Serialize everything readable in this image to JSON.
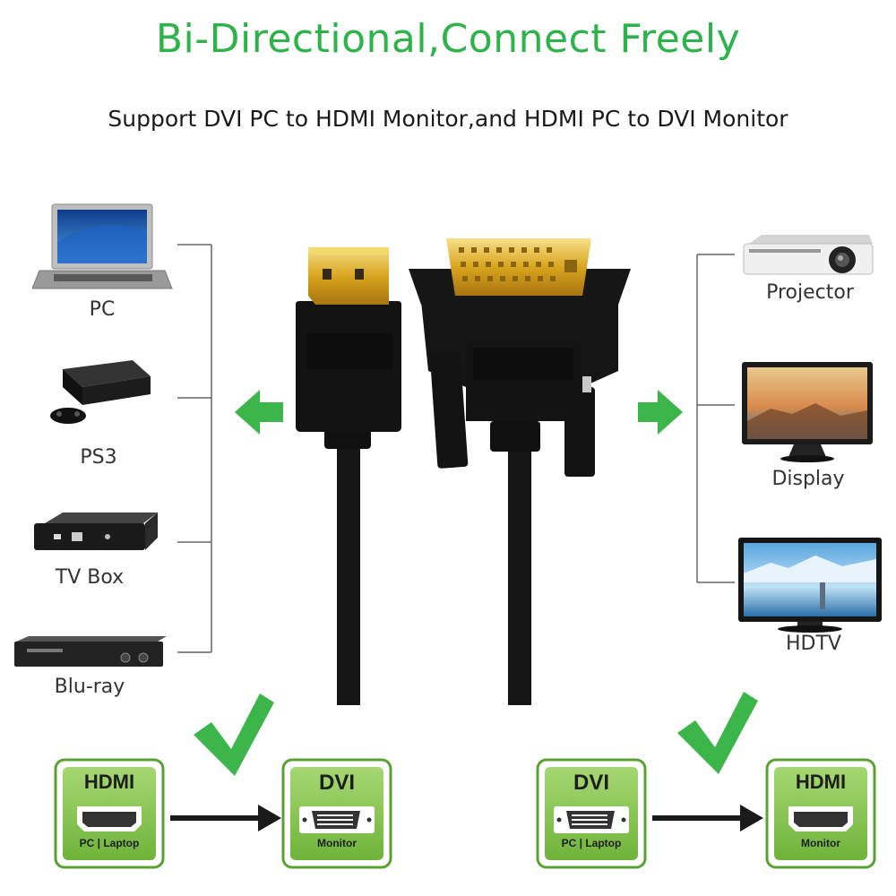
{
  "header": {
    "title": "Bi-Directional,Connect Freely",
    "subtitle": "Support DVI PC to HDMI Monitor,and HDMI PC to DVI Monitor"
  },
  "colors": {
    "accent": "#2db34a",
    "card_bg": "#7ec24a",
    "card_border": "#4a8f2a",
    "gold": "#d9a51f",
    "cable": "#141414"
  },
  "left_devices": [
    {
      "label": "PC",
      "icon": "laptop-icon"
    },
    {
      "label": "PS3",
      "icon": "game-console-icon"
    },
    {
      "label": "TV Box",
      "icon": "tv-box-icon"
    },
    {
      "label": "Blu-ray",
      "icon": "bluray-player-icon"
    }
  ],
  "right_devices": [
    {
      "label": "Projector",
      "icon": "projector-icon"
    },
    {
      "label": "Display",
      "icon": "monitor-icon"
    },
    {
      "label": "HDTV",
      "icon": "hdtv-icon"
    }
  ],
  "flows": [
    {
      "from": {
        "title": "HDMI",
        "caption": "PC | Laptop",
        "port": "hdmi-port-icon"
      },
      "to": {
        "title": "DVI",
        "caption": "Monitor",
        "port": "dvi-port-icon"
      }
    },
    {
      "from": {
        "title": "DVI",
        "caption": "PC | Laptop",
        "port": "dvi-port-icon"
      },
      "to": {
        "title": "HDMI",
        "caption": "Monitor",
        "port": "hdmi-port-icon"
      }
    }
  ]
}
